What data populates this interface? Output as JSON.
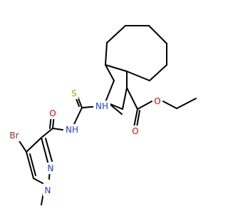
{
  "diagram": {
    "type": "chemical-structure",
    "atom_labels": {
      "sulfur_ring": "S",
      "sulfur_thio": "S",
      "nh_right": "NH",
      "nh_left": "NH",
      "oxygen_amide": "O",
      "oxygen_ester_carbonyl": "O",
      "oxygen_ester": "O",
      "bromine": "Br",
      "nitrogen_pyrazole_1": "N",
      "nitrogen_pyrazole_2": "N"
    },
    "colors": {
      "bond": "#000000",
      "carbon": "#000000",
      "sulfur": "#b8a200",
      "nitrogen": "#1f3fd6",
      "oxygen": "#e00000",
      "bromine": "#a52a2a"
    }
  }
}
